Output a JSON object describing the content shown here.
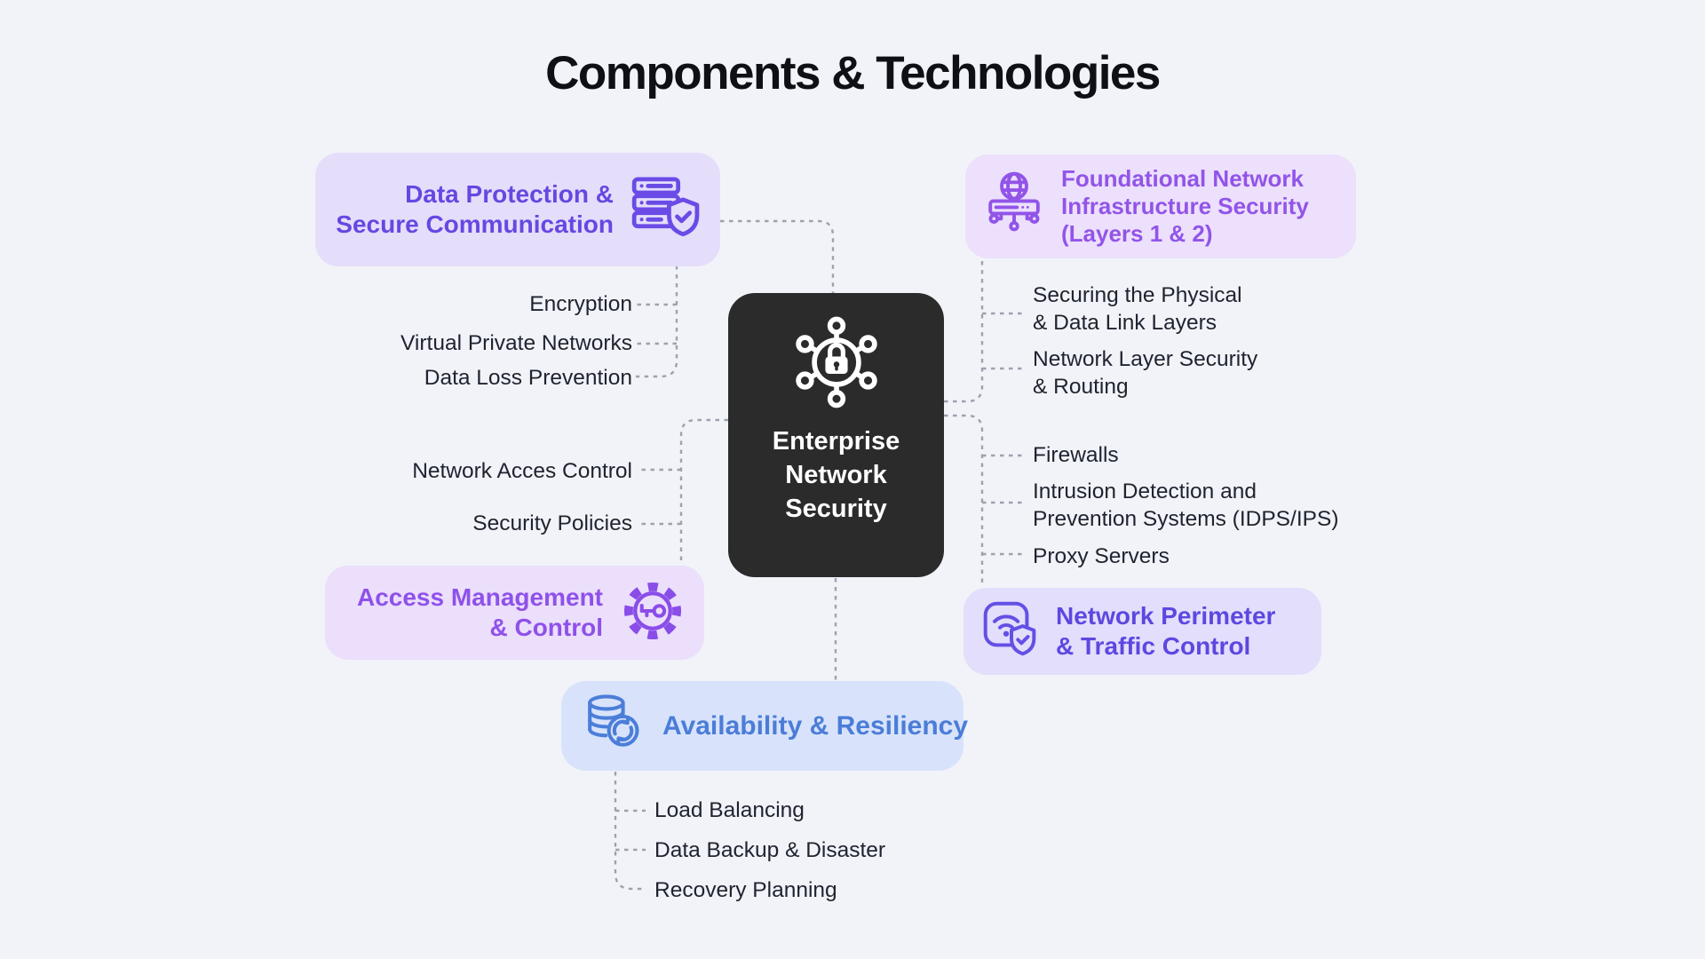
{
  "title": "Components & Technologies",
  "center_node": {
    "title": "Enterprise\nNetwork\nSecurity",
    "icon": "network-lock-icon"
  },
  "branches": {
    "data_protection": {
      "title": "Data Protection &\nSecure Communication",
      "icon": "server-shield-icon",
      "items": [
        "Encryption",
        "Virtual Private Networks",
        "Data Loss Prevention"
      ]
    },
    "foundational": {
      "title": "Foundational Network\nInfrastructure Security\n(Layers 1 & 2)",
      "icon": "globe-network-icon",
      "items": [
        "Securing the Physical\n& Data Link Layers",
        "Network Layer Security\n& Routing"
      ]
    },
    "access": {
      "title": "Access Management\n& Control",
      "icon": "gear-key-icon",
      "items": [
        "Network Acces Control",
        "Security Policies"
      ]
    },
    "perimeter": {
      "title": "Network Perimeter\n& Traffic Control",
      "icon": "wifi-shield-icon",
      "items": [
        "Firewalls",
        "Intrusion Detection and\nPrevention Systems (IDPS/IPS)",
        "Proxy Servers"
      ]
    },
    "availability": {
      "title": "Availability & Resiliency",
      "icon": "database-refresh-icon",
      "items": [
        "Load Balancing",
        "Data Backup & Disaster",
        "Recovery Planning"
      ]
    }
  },
  "colors": {
    "background": "#f1f3f8",
    "center_box": "#2b2b2b",
    "indigo_text": "#6747e1",
    "violet_text": "#9254e8",
    "perimeter_text": "#5c48e0",
    "availability_text": "#4b7dd8",
    "leaf_text": "#1f2330",
    "connector": "#9ca2ae",
    "lavender_box": "#e4defb",
    "violet_box": "#ece0fc",
    "blue_box": "#d8e3fb"
  }
}
